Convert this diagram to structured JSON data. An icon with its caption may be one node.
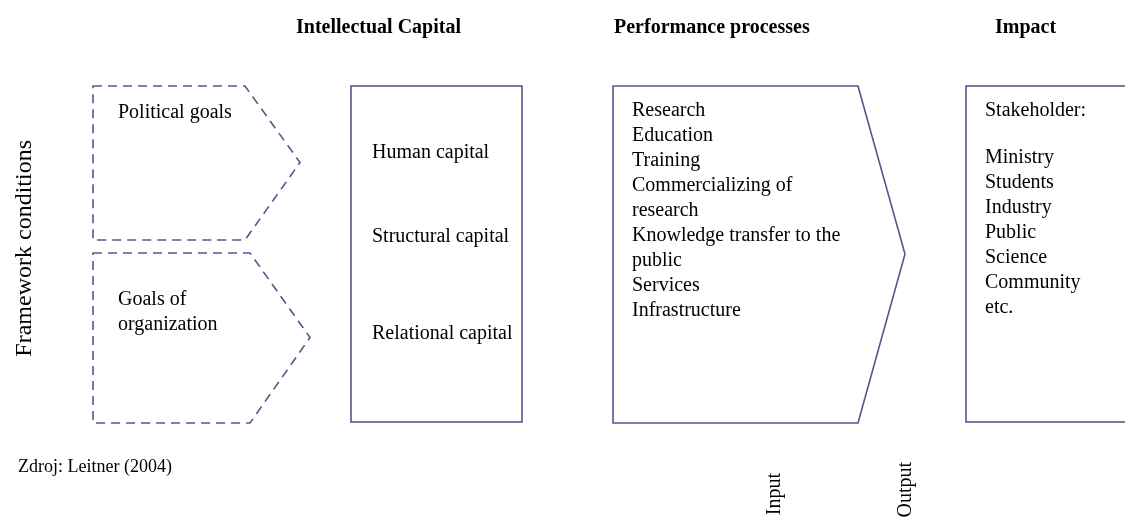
{
  "diagram": {
    "nodes": [
      {
        "text": [
          "Political goals"
        ]
      },
      {
        "text": [
          "Goals of organization"
        ]
      },
      {
        "text": [
          "Intellectual Capital",
          "Human capital",
          "Structural capital",
          "Relational capital"
        ]
      },
      {
        "text": [
          "Performance processes",
          "Research",
          "Education",
          "Training",
          "Commercializing of research",
          "Knowledge transfer to the public",
          "Services",
          "Infrastructure"
        ]
      },
      {
        "text": [
          "Impact",
          "Stakeholder:",
          "Ministry",
          "Students",
          "Industry",
          "Public",
          "Science",
          "Community",
          "etc."
        ]
      }
    ],
    "labels": [
      "Framework conditions",
      "Zdroj: Leitner (2004)",
      "Input",
      "Output"
    ]
  }
}
